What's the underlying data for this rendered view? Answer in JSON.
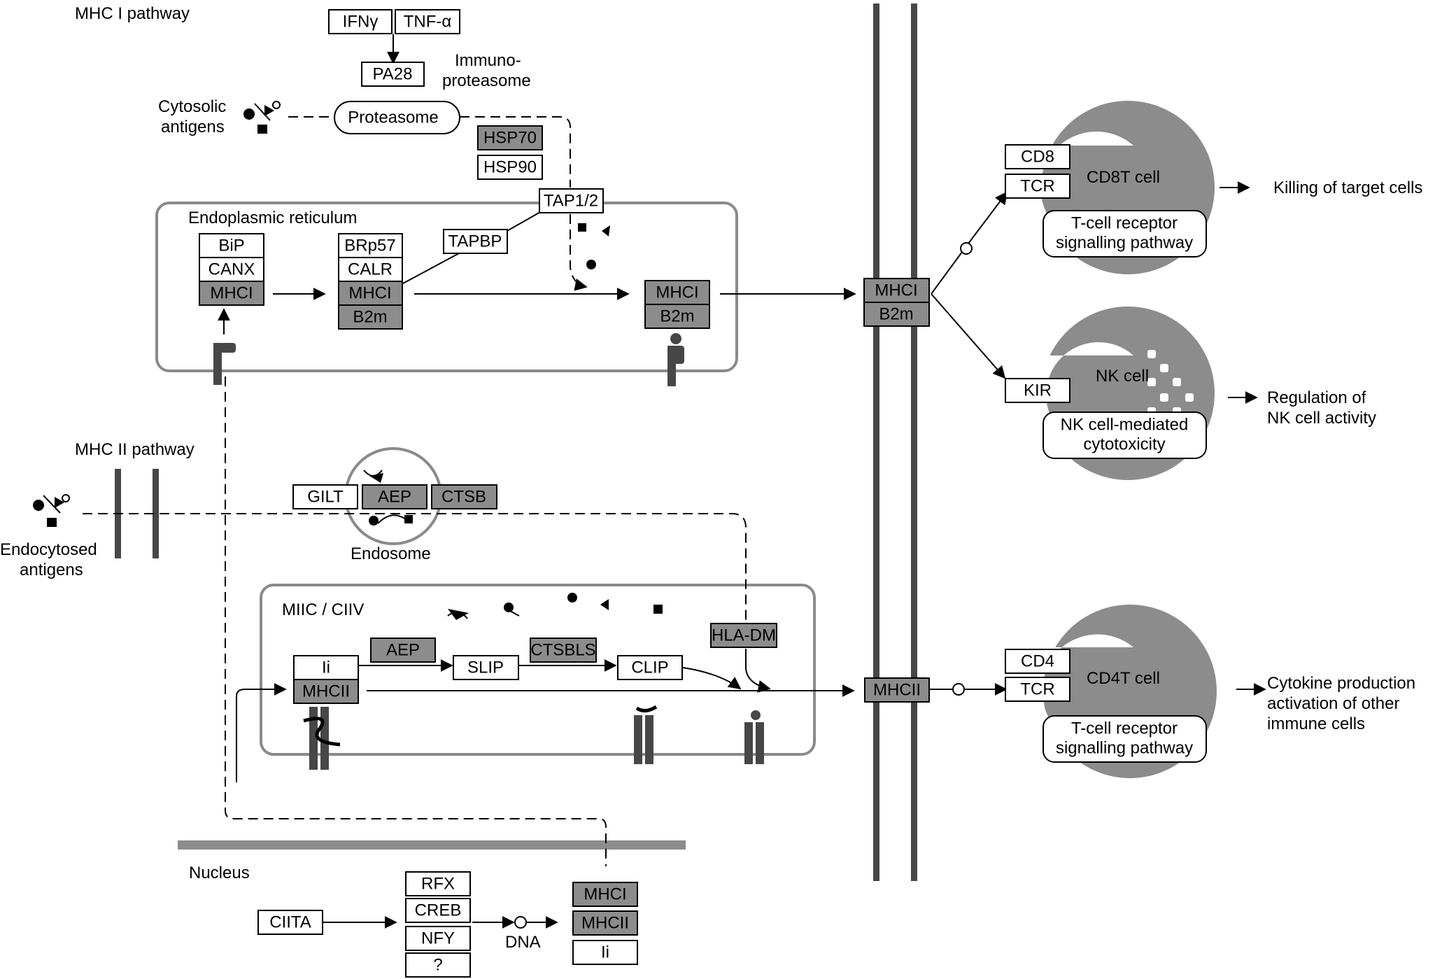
{
  "sections": {
    "mhc1_pathway": "MHC I pathway",
    "mhc2_pathway": "MHC II pathway",
    "immunoproteasome": [
      "Immuno-",
      "proteasome"
    ],
    "cytosolic_antigens": [
      "Cytosolic",
      "antigens"
    ],
    "endocytosed_antigens": [
      "Endocytosed",
      "antigens"
    ],
    "er": "Endoplasmic reticulum",
    "endosome": "Endosome",
    "miic": "MIIC / CIIV",
    "nucleus": "Nucleus",
    "dna": "DNA"
  },
  "boxes": {
    "ifng": "IFNγ",
    "tnfa": "TNF-α",
    "pa28": "PA28",
    "proteasome": "Proteasome",
    "hsp70": "HSP70",
    "hsp90": "HSP90",
    "tap": "TAP1/2",
    "tapbp": "TAPBP",
    "bip": "BiP",
    "canx": "CANX",
    "mhci_er1": "MHCI",
    "brp57": "BRp57",
    "calr": "CALR",
    "mhci_er2": "MHCI",
    "b2m_er2": "B2m",
    "mhci_er3": "MHCI",
    "b2m_er3": "B2m",
    "mhci_mem": "MHCI",
    "b2m_mem": "B2m",
    "gilt": "GILT",
    "aep_endo": "AEP",
    "ctsb": "CTSB",
    "ii": "Ii",
    "mhcii_miic": "MHCII",
    "aep_miic": "AEP",
    "slip": "SLIP",
    "ctsbls": "CTSBLS",
    "clip": "CLIP",
    "hladm": "HLA-DM",
    "mhcii_mem": "MHCII",
    "ciita": "CIITA",
    "rfx": "RFX",
    "creb": "CREB",
    "nfy": "NFY",
    "unknown": "?",
    "mhci_nuc": "MHCI",
    "mhcii_nuc": "MHCII",
    "ii_nuc": "Ii"
  },
  "cells": {
    "cd8": {
      "marker": "CD8",
      "tcr": "TCR",
      "name": "CD8T cell",
      "pathway": [
        "T-cell receptor",
        "signalling pathway"
      ],
      "outcome": [
        "Killing of target cells"
      ]
    },
    "nk": {
      "marker": "KIR",
      "name": "NK cell",
      "pathway": [
        "NK cell-mediated",
        "cytotoxicity"
      ],
      "outcome": [
        "Regulation of",
        "NK cell activity"
      ]
    },
    "cd4": {
      "marker": "CD4",
      "tcr": "TCR",
      "name": "CD4T cell",
      "pathway": [
        "T-cell receptor",
        "signalling pathway"
      ],
      "outcome": [
        "Cytokine production",
        "activation of other",
        "immune cells"
      ]
    }
  },
  "colors": {
    "gray_box": "#8c8c8c",
    "membrane": "#474747",
    "compartment": "#8a8a8a"
  }
}
